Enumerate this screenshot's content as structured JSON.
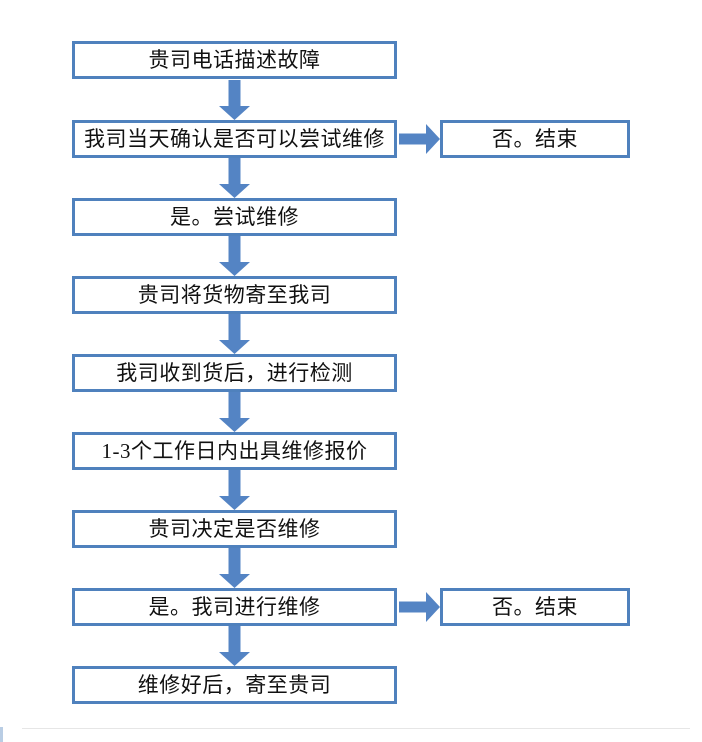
{
  "diagram": {
    "type": "flowchart",
    "colors": {
      "box_border": "#4f81bd",
      "arrow_fill": "#5484c4",
      "text": "#111111",
      "background": "#ffffff"
    },
    "nodes": [
      {
        "label": "贵司电话描述故障"
      },
      {
        "label": "我司当天确认是否可以尝试维修"
      },
      {
        "label": "是。尝试维修"
      },
      {
        "label": "贵司将货物寄至我司"
      },
      {
        "label": "我司收到货后，进行检测"
      },
      {
        "label": "1-3个工作日内出具维修报价"
      },
      {
        "label": "贵司决定是否维修"
      },
      {
        "label": "是。我司进行维修"
      },
      {
        "label": "维修好后，寄至贵司"
      }
    ],
    "branches": [
      {
        "from_step": 2,
        "label": "否。结束"
      },
      {
        "from_step": 8,
        "label": "否。结束"
      }
    ],
    "connectors": {
      "down_arrows": 8,
      "right_arrows": 2
    }
  }
}
